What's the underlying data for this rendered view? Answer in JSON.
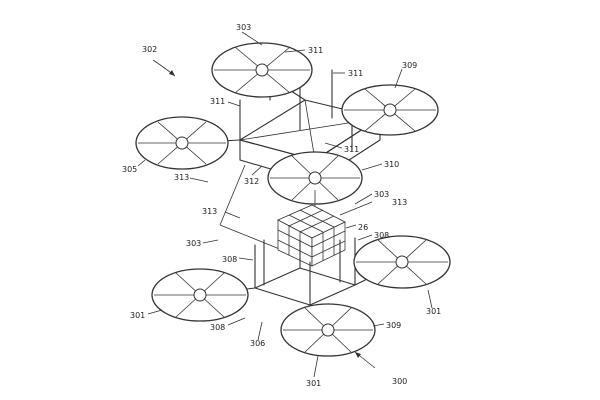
{
  "labels": {
    "l300": "300",
    "l301a": "301",
    "l301b": "301",
    "l301c": "301",
    "l302": "302",
    "l303a": "303",
    "l303b": "303",
    "l303c": "303",
    "l305": "305",
    "l306": "306",
    "l308a": "308",
    "l308b": "308",
    "l308c": "308",
    "l309a": "309",
    "l309b": "309",
    "l310": "310",
    "l311a": "311",
    "l311b": "311",
    "l311c": "311",
    "l311d": "311",
    "l312": "312",
    "l313a": "313",
    "l313b": "313",
    "l313c": "313",
    "l26": "26"
  }
}
